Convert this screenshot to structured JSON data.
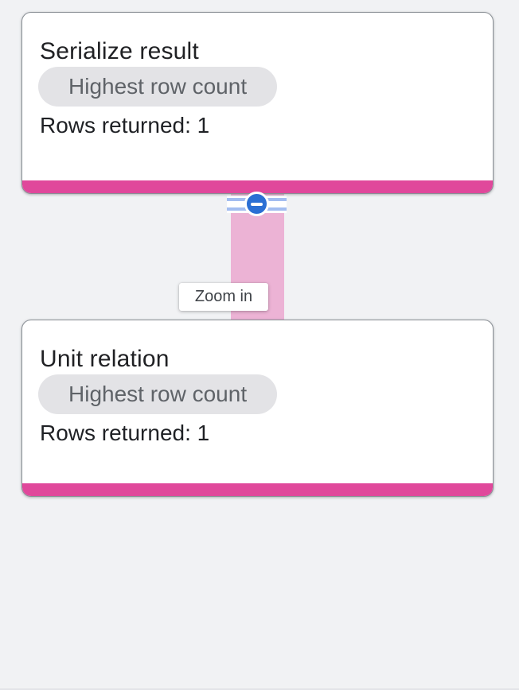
{
  "canvas": {
    "background_color": "#f1f2f4"
  },
  "colors": {
    "node_cost_bar": "#e0489b",
    "edge": "#ecb3d5",
    "collapse_button_blue": "#2b6fd4",
    "edge_stripe_blue": "#a3bdf0",
    "badge_background": "#e3e3e6"
  },
  "nodes": [
    {
      "title": "Serialize result",
      "badge": "Highest row count",
      "rows_label": "Rows returned: 1"
    },
    {
      "title": "Unit relation",
      "badge": "Highest row count",
      "rows_label": "Rows returned: 1"
    }
  ],
  "edge": {
    "tooltip": "Zoom in"
  }
}
